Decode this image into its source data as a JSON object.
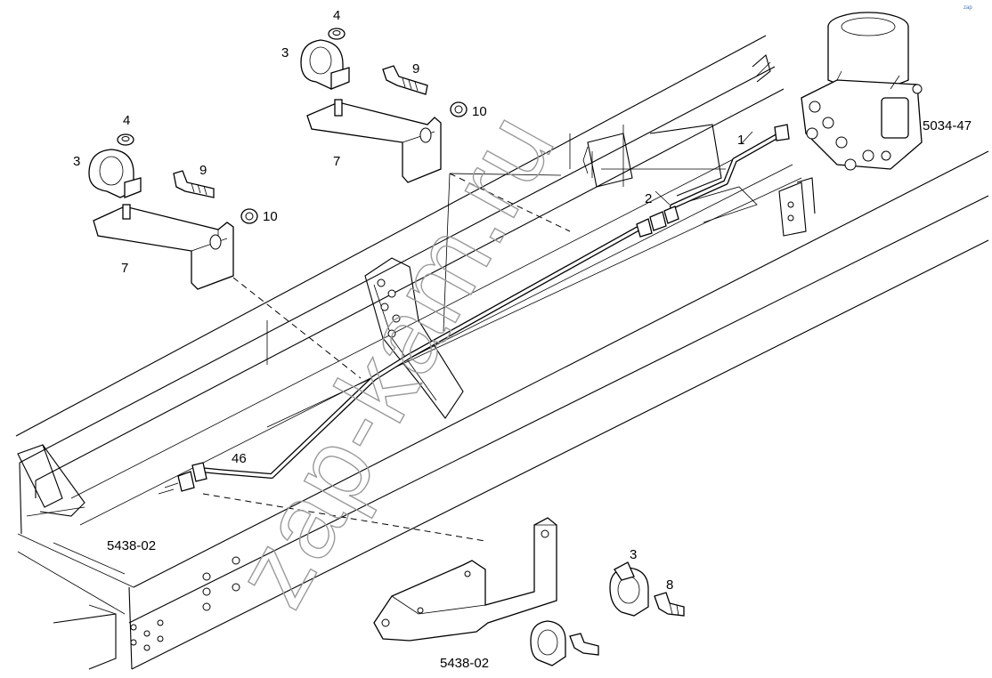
{
  "labels": {
    "l1": "1",
    "l2": "2",
    "l3a": "3",
    "l3b": "3",
    "l3c": "3",
    "l4a": "4",
    "l4b": "4",
    "l7a": "7",
    "l7b": "7",
    "l8": "8",
    "l9a": "9",
    "l9b": "9",
    "l10a": "10",
    "l10b": "10",
    "l46": "46",
    "ref_5034": "5034-47",
    "ref_5438_left": "5438-02",
    "ref_5438_bottom": "5438-02"
  },
  "watermark": "zap-kam.ru",
  "logo_text": "zap"
}
